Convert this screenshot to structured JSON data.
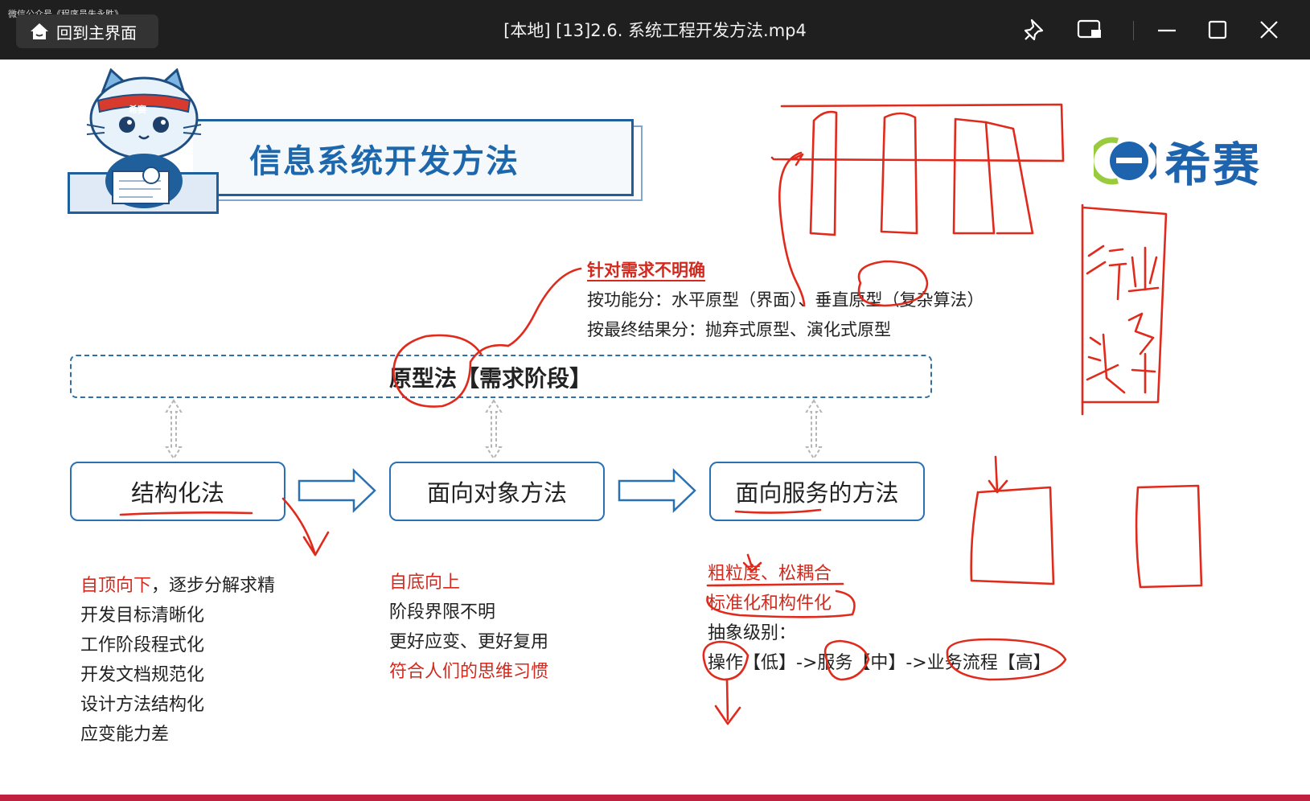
{
  "window": {
    "watermark": "微信公众号《程序员朱永胜》",
    "home_button": "回到主界面",
    "title": "[本地] [13]2.6. 系统工程开发方法.mp4",
    "icons": [
      "pin-icon",
      "picture-in-picture-icon",
      "minimize-icon",
      "maximize-icon",
      "close-icon"
    ]
  },
  "slide": {
    "title": "信息系统开发方法",
    "logo_text": "希赛",
    "mascot_badge": "希赛",
    "prototype": {
      "label": "原型法【需求阶段】",
      "note_red": "针对需求不明确",
      "by_function": "按功能分：水平原型（界面）、垂直原型（复杂算法）",
      "by_result": "按最终结果分：抛弃式原型、演化式原型"
    },
    "methods": [
      {
        "label": "结构化法"
      },
      {
        "label": "面向对象方法"
      },
      {
        "label": "面向服务的方法"
      }
    ],
    "structured_list": {
      "first_red": "自顶向下",
      "first_rest": "，逐步分解求精",
      "items": [
        "开发目标清晰化",
        "工作阶段程式化",
        "开发文档规范化",
        "设计方法结构化",
        "应变能力差"
      ]
    },
    "oo_list": {
      "item1": "自底向上",
      "item2": "阶段界限不明",
      "item3": "更好应变、更好复用",
      "item4": "符合人们的思维习惯"
    },
    "soa_list": {
      "item1": "粗粒度、松耦合",
      "item2": "标准化和构件化",
      "item3": "抽象级别：",
      "item4": "操作【低】->服务【中】->业务流程【高】"
    },
    "handwriting": "行业 头条"
  },
  "colors": {
    "titlebar": "#1f1f1f",
    "blue": "#1d67ad",
    "red": "#d22a1e",
    "box_border": "#2a71b3"
  }
}
